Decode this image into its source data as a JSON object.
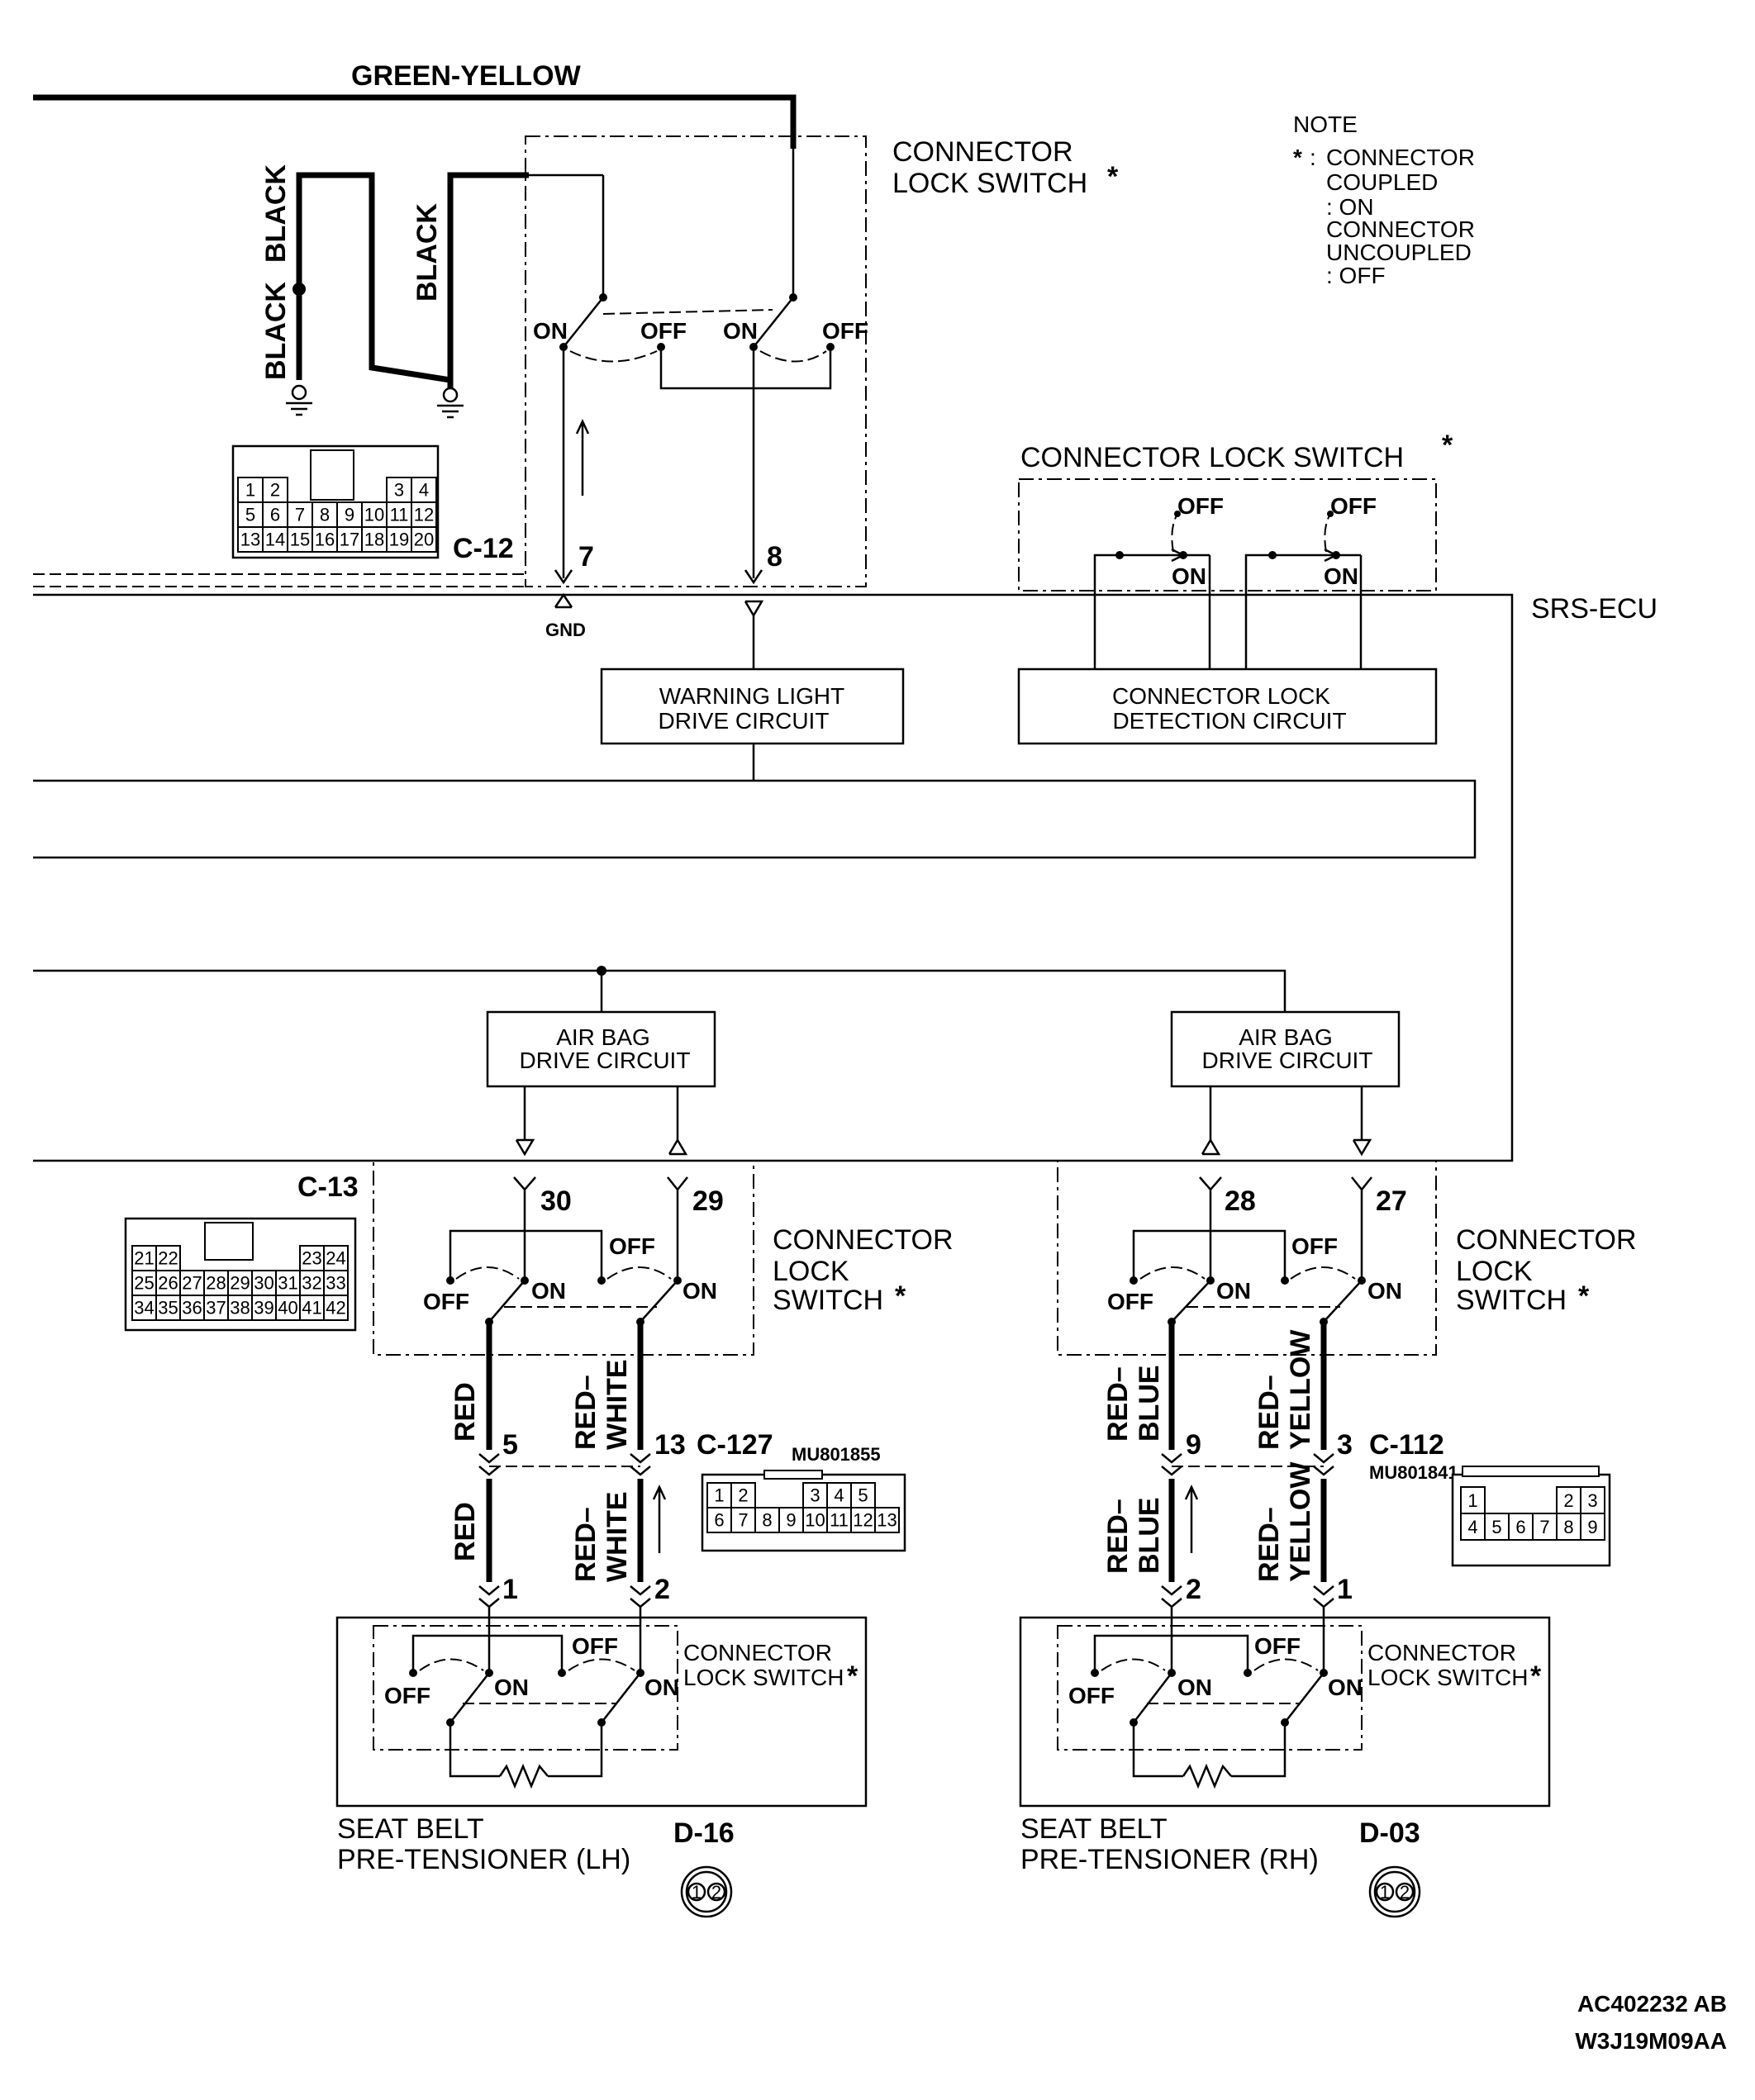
{
  "wire_colors": {
    "top": "GREEN-YELLOW",
    "ground_left_upper": "BLACK",
    "ground_left_lower": "BLACK",
    "ground_right": "BLACK",
    "c13_pin5_upper": "RED",
    "c13_pin5_lower": "RED",
    "c13_pin13_upper": "RED-\nWHITE",
    "c13_pin13_lower": "RED-\nWHITE",
    "c112_pin9_upper": "RED-\nBLUE",
    "c112_pin9_lower": "RED-\nBLUE",
    "c112_pin3_upper": "RED-\nYELLOW",
    "c112_pin3_lower": "RED-\nYELLOW"
  },
  "note": {
    "title": "NOTE",
    "star": "*",
    "lines": [
      "CONNECTOR",
      "COUPLED",
      ": ON",
      "CONNECTOR",
      "UNCOUPLED",
      ": OFF"
    ],
    "prefix": ":"
  },
  "switch_labels": {
    "on": "ON",
    "off": "OFF",
    "connector_lock_switch_line1": "CONNECTOR",
    "connector_lock_switch_line2": "LOCK SWITCH",
    "connector_lock_switch_full": "CONNECTOR LOCK SWITCH",
    "lock": "LOCK",
    "switch": "SWITCH",
    "star": "*"
  },
  "ecu": {
    "name": "SRS-ECU",
    "gnd": "GND",
    "warning_light_circuit": [
      "WARNING LIGHT",
      "DRIVE CIRCUIT"
    ],
    "connector_lock_detection": [
      "CONNECTOR LOCK",
      "DETECTION CIRCUIT"
    ],
    "airbag_drive_left": [
      "AIR BAG",
      "DRIVE CIRCUIT"
    ],
    "airbag_drive_right": [
      "AIR BAG",
      "DRIVE CIRCUIT"
    ]
  },
  "connectors": {
    "c12": {
      "id": "C-12",
      "pins_shown": [
        "7",
        "8"
      ],
      "rows": [
        [
          "1",
          "2",
          "",
          "",
          "",
          "",
          "3",
          "4"
        ],
        [
          "5",
          "6",
          "7",
          "8",
          "9",
          "10",
          "11",
          "12"
        ],
        [
          "13",
          "14",
          "15",
          "16",
          "17",
          "18",
          "19",
          "20"
        ]
      ]
    },
    "c13": {
      "id": "C-13",
      "pins_shown": [
        "30",
        "29",
        "28",
        "27"
      ],
      "rows": [
        [
          "21",
          "22",
          "",
          "",
          "",
          "",
          "",
          "23",
          "24"
        ],
        [
          "25",
          "26",
          "27",
          "28",
          "29",
          "30",
          "31",
          "32",
          "33"
        ],
        [
          "34",
          "35",
          "36",
          "37",
          "38",
          "39",
          "40",
          "41",
          "42"
        ]
      ]
    },
    "c127": {
      "id": "C-127",
      "part": "MU801855",
      "pins_shown": [
        "5",
        "13"
      ],
      "rows": [
        [
          "1",
          "2",
          "",
          "",
          "3",
          "4",
          "5"
        ],
        [
          "6",
          "7",
          "8",
          "9",
          "10",
          "11",
          "12",
          "13"
        ]
      ]
    },
    "c112": {
      "id": "C-112",
      "part": "MU801841",
      "pins_shown": [
        "9",
        "3"
      ],
      "rows": [
        [
          "1",
          "",
          "",
          "",
          "2",
          "3"
        ],
        [
          "4",
          "5",
          "6",
          "7",
          "8",
          "9"
        ]
      ]
    },
    "d16": {
      "id": "D-16",
      "pins_shown": [
        "1",
        "2"
      ],
      "name": [
        "SEAT BELT",
        "PRE-TENSIONER (LH)"
      ],
      "pin_face": [
        "1",
        "2"
      ]
    },
    "d03": {
      "id": "D-03",
      "pins_shown": [
        "2",
        "1"
      ],
      "name": [
        "SEAT BELT",
        "PRE-TENSIONER (RH)"
      ],
      "pin_face": [
        "1",
        "2"
      ]
    }
  },
  "footer": {
    "code1": "AC402232 AB",
    "code2": "W3J19M09AA"
  }
}
